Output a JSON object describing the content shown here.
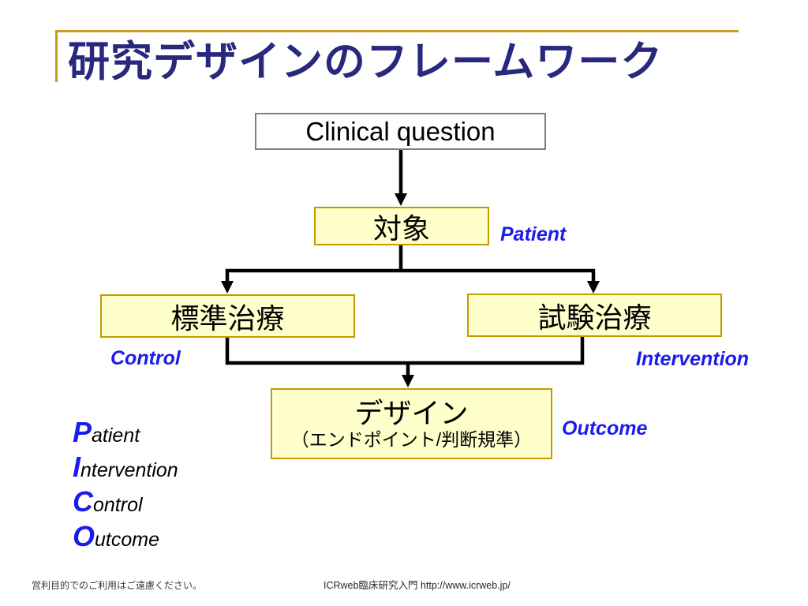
{
  "slide": {
    "title": "研究デザインのフレームワーク",
    "footer_left": "営利目的でのご利用はご遠慮ください。",
    "footer_right": "ICRweb臨床研究入門 http://www.icrweb.jp/"
  },
  "flowchart": {
    "clinical_question": "Clinical question",
    "subject_box": "対象",
    "control_box": "標準治療",
    "intervention_box": "試験治療",
    "design_box_line1": "デザイン",
    "design_box_line2": "（エンドポイント/判断規準）",
    "label_patient": "Patient",
    "label_control": "Control",
    "label_intervention": "Intervention",
    "label_outcome": "Outcome"
  },
  "pico_list": [
    {
      "initial": "P",
      "rest": "atient"
    },
    {
      "initial": "I",
      "rest": "ntervention"
    },
    {
      "initial": "C",
      "rest": "ontrol"
    },
    {
      "initial": "O",
      "rest": "utcome"
    }
  ],
  "colors": {
    "title-navy": "#28287e",
    "box-fill": "#ffffcc",
    "box-border": "#c49a00",
    "label-blue": "#1b1bee",
    "accent-gold": "#c8991b",
    "arrow-black": "#000000"
  }
}
